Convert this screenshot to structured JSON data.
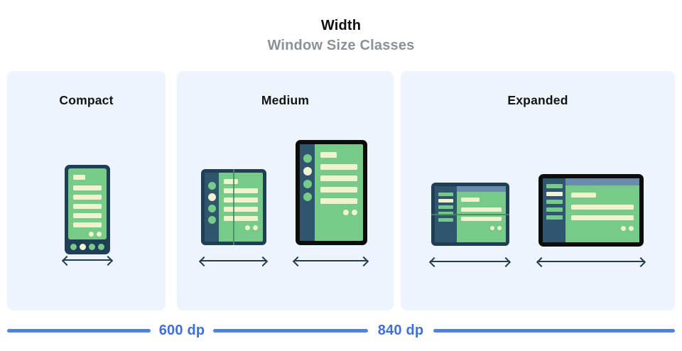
{
  "header": {
    "title": "Width",
    "subtitle": "Window Size Classes"
  },
  "panels": [
    {
      "id": "compact",
      "label": "Compact",
      "devices": [
        "phone-portrait"
      ]
    },
    {
      "id": "medium",
      "label": "Medium",
      "devices": [
        "foldable-portrait",
        "tablet-portrait"
      ]
    },
    {
      "id": "expanded",
      "label": "Expanded",
      "devices": [
        "foldable-landscape",
        "tablet-landscape"
      ]
    }
  ],
  "ruler": {
    "breakpoints": [
      {
        "label": "600 dp"
      },
      {
        "label": "840 dp"
      }
    ]
  },
  "colors": {
    "panel_background": "#EDF4FB",
    "device_frame_navy": "#213E57",
    "device_rail_navy": "#30566F",
    "screen_green": "#76CB89",
    "placeholder_cream": "#F0F2D0",
    "app_topbar_blue": "#6A8CAC",
    "device_frame_black": "#0D0D0D",
    "breakpoint_text_blue": "#3D70DC",
    "breakpoint_line_blue": "#4E80E8",
    "arrow_navy": "#233C52"
  }
}
